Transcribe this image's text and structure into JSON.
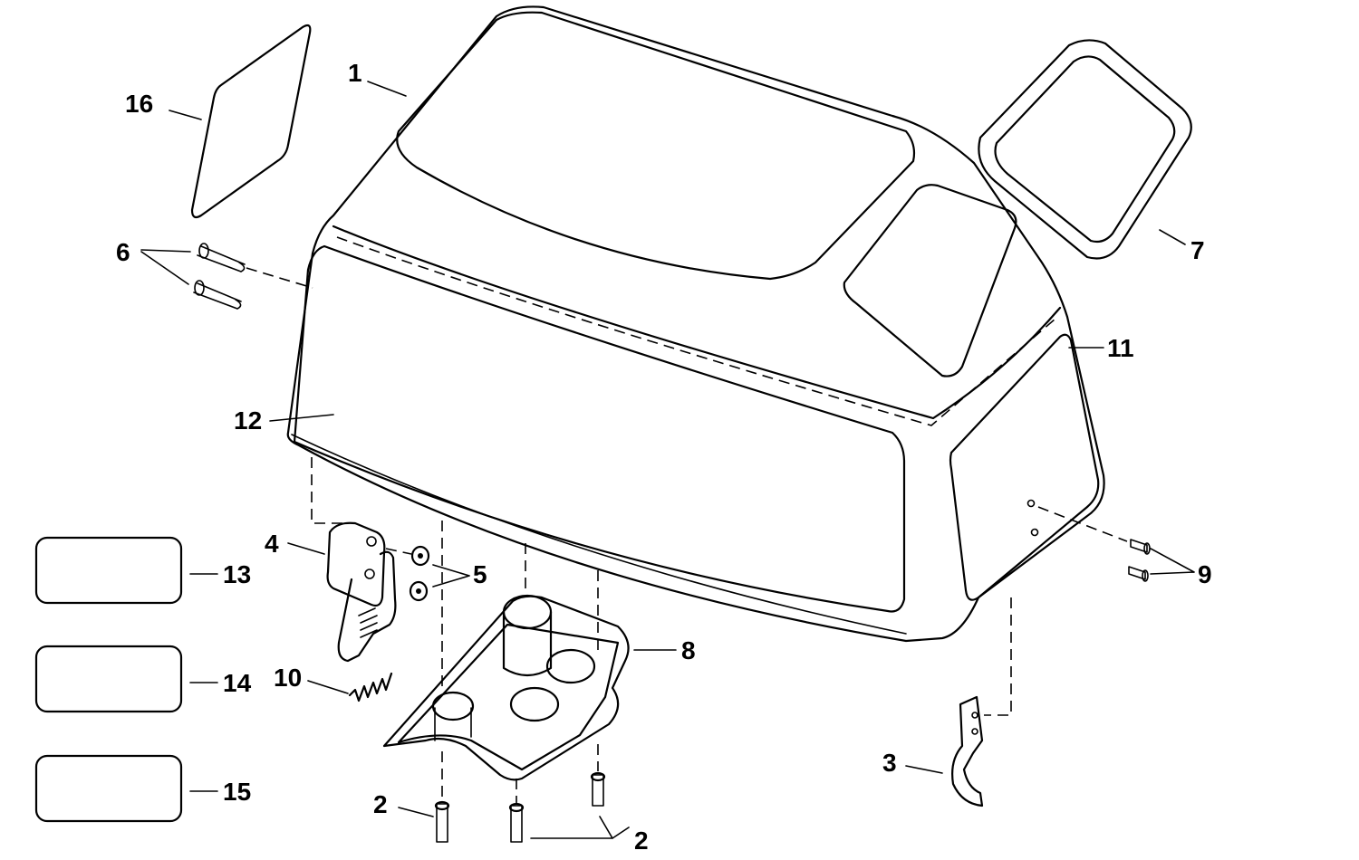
{
  "diagram": {
    "labels": {
      "l1": "1",
      "l2a": "2",
      "l2b": "2",
      "l3": "3",
      "l4": "4",
      "l5": "5",
      "l6": "6",
      "l7": "7",
      "l8": "8",
      "l9": "9",
      "l10": "10",
      "l11": "11",
      "l12": "12",
      "l13": "13",
      "l14": "14",
      "l15": "15",
      "l16": "16"
    }
  }
}
